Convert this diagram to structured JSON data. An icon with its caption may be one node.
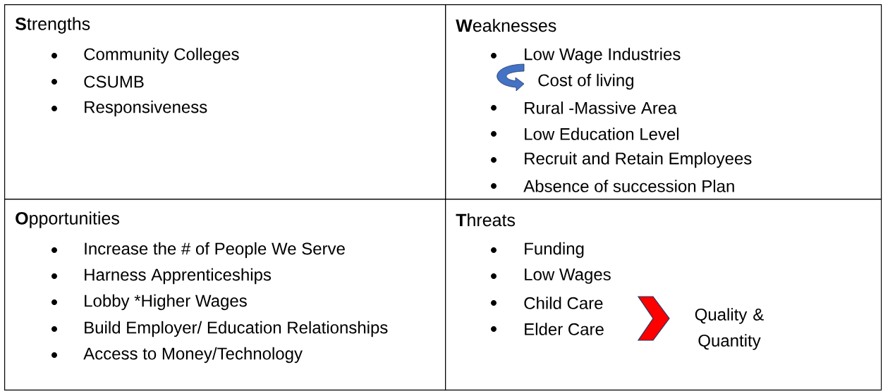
{
  "diagram": {
    "nodes": [
      {
        "text": [
          "**S**trengths",
          "Community Colleges",
          "CSUMB",
          "Responsiveness"
        ]
      },
      {
        "text": [
          "**W**eaknesses",
          "Low Wage Industries",
          "Cost of living",
          "Rural -Massive Area",
          "Low Education Level",
          "Recruit and Retain Employees",
          "Absence of succession Plan"
        ]
      },
      {
        "text": [
          "**O**pportunities",
          "Increase the # of People We Serve",
          "Harness Apprenticeships",
          "Lobby *Higher Wages",
          "Build Employer/ Education Relationships",
          "Access to Money/Technology"
        ]
      },
      {
        "text": [
          "**T**hreats",
          "Funding",
          "Low Wages",
          "Child Care",
          "Elder Care",
          "Quality & Quantity"
        ]
      }
    ]
  }
}
